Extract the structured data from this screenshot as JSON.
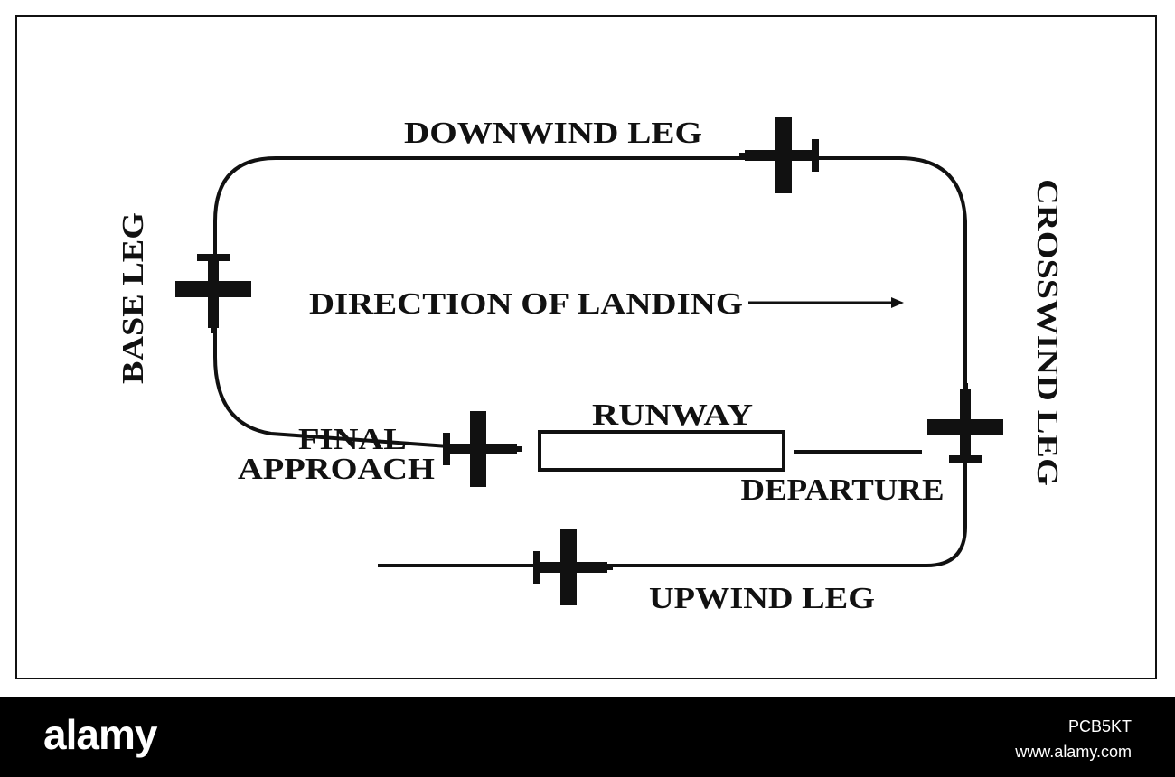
{
  "diagram": {
    "labels": {
      "downwind": "DOWNWIND LEG",
      "base": "BASE LEG",
      "crosswind": "CROSSWIND LEG",
      "direction": "DIRECTION OF LANDING",
      "runway": "RUNWAY",
      "final_line1": "FINAL",
      "final_line2": "APPROACH",
      "departure": "DEPARTURE",
      "upwind": "UPWIND LEG"
    }
  },
  "footer": {
    "brand": "alamy",
    "image_id": "PCB5KT",
    "site": "www.alamy.com"
  }
}
